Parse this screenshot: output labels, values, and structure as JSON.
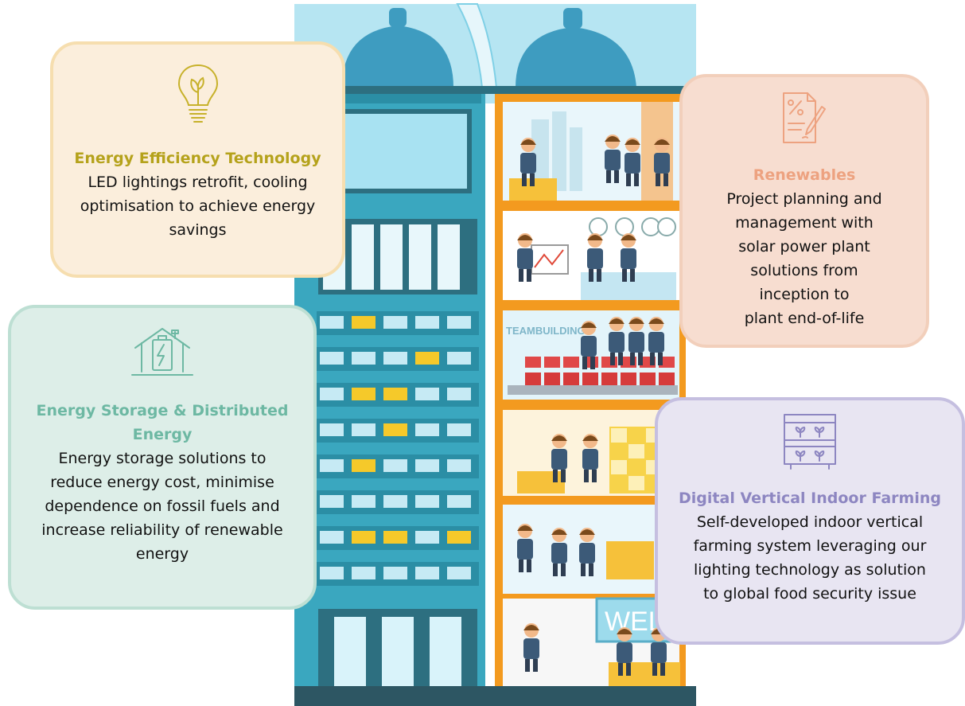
{
  "colors": {
    "efficiency": "#b5a21b",
    "renewables": "#eda280",
    "storage": "#6db8a3",
    "farming": "#8d86c1"
  },
  "cards": {
    "efficiency": {
      "icon": "lightbulb-icon",
      "title": "Energy Efficiency Technology",
      "desc": [
        "LED lightings retrofit, cooling",
        "optimisation to achieve energy",
        "savings"
      ]
    },
    "renewables": {
      "icon": "document-percent-icon",
      "title": "Renewables",
      "desc": [
        "Project planning and",
        "management with",
        "solar power plant",
        "solutions from",
        "inception to",
        "plant end-of-life"
      ]
    },
    "storage": {
      "icon": "house-battery-icon",
      "title": [
        "Energy Storage & Distributed",
        "Energy"
      ],
      "desc": [
        "Energy storage solutions to",
        "reduce energy cost, minimise",
        "dependence on fossil fuels and",
        "increase reliability of renewable",
        "energy"
      ]
    },
    "farming": {
      "icon": "plant-shelf-icon",
      "title": "Digital Vertical Indoor Farming",
      "desc": [
        "Self-developed indoor vertical",
        "farming system leveraging our",
        "lighting technology as solution",
        "to global food security issue"
      ]
    }
  },
  "illustration": {
    "banner_text": "TEAMBUILDING",
    "sign_text": "WELCO"
  }
}
